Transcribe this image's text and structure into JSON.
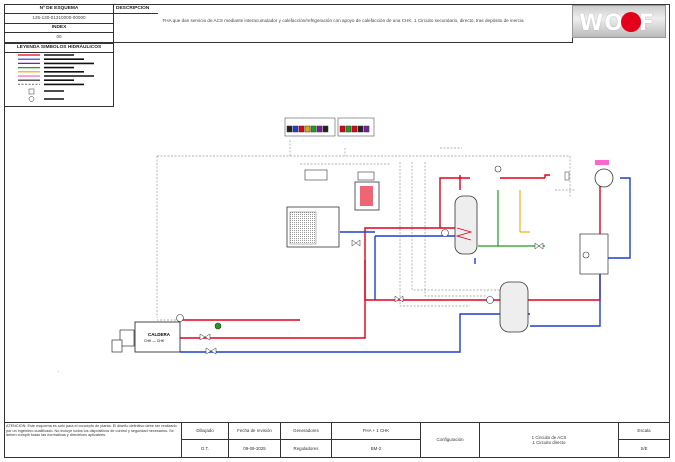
{
  "header": {
    "scheme_no_label": "Nº DE ESQUEMA",
    "scheme_no_value": "125-130-01310000-00000",
    "index_label": "INDEX",
    "index_value": "00",
    "description_label": "DESCRIPCION",
    "description_value": "FHA que dan servicio de ACS mediante interacumulador y calefacción/refrigeración con apoyo de calefacción de una CHK. 1 Circuito secundario, directo, tras depósito de inercia",
    "logo_text": "WOLF"
  },
  "legend": {
    "title": "LEYENDA SIMBOLOS HIDRÁULICOS",
    "colors": [
      "#e2001a",
      "#1f3fd1",
      "#7b1fa2",
      "#1f9e1f",
      "#e6a800",
      "#ff66cc",
      "#222222",
      "#888888"
    ]
  },
  "diagram": {
    "boiler_label": "CALDERA",
    "boiler_sublabel": "CHK — CHK"
  },
  "footer": {
    "notice": "ATENCION: Este esquema es solo para el concepto de planta. El diseño definitivo debe ser realizado por un ingeniero cualificado. No incluye todos los dispositivos de control y seguridad necesarios. Se deben cumplir todas las normativas y directrices aplicables.",
    "drawn_label": "Dibujado",
    "drawn_value": "D.T.",
    "revision_label": "Fecha de revisión",
    "revision_value": "09-09-2025",
    "generators_label": "Generadores",
    "generators_value": "FHA + 1 CHK",
    "regulators_label": "Reguladores",
    "regulators_value": "BM-2",
    "config_label": "Configuración",
    "config_value_1": "1 Circuito de ACS",
    "config_value_2": "1 Circuito directo",
    "scale_label": "Escala",
    "scale_value": "S/E"
  }
}
